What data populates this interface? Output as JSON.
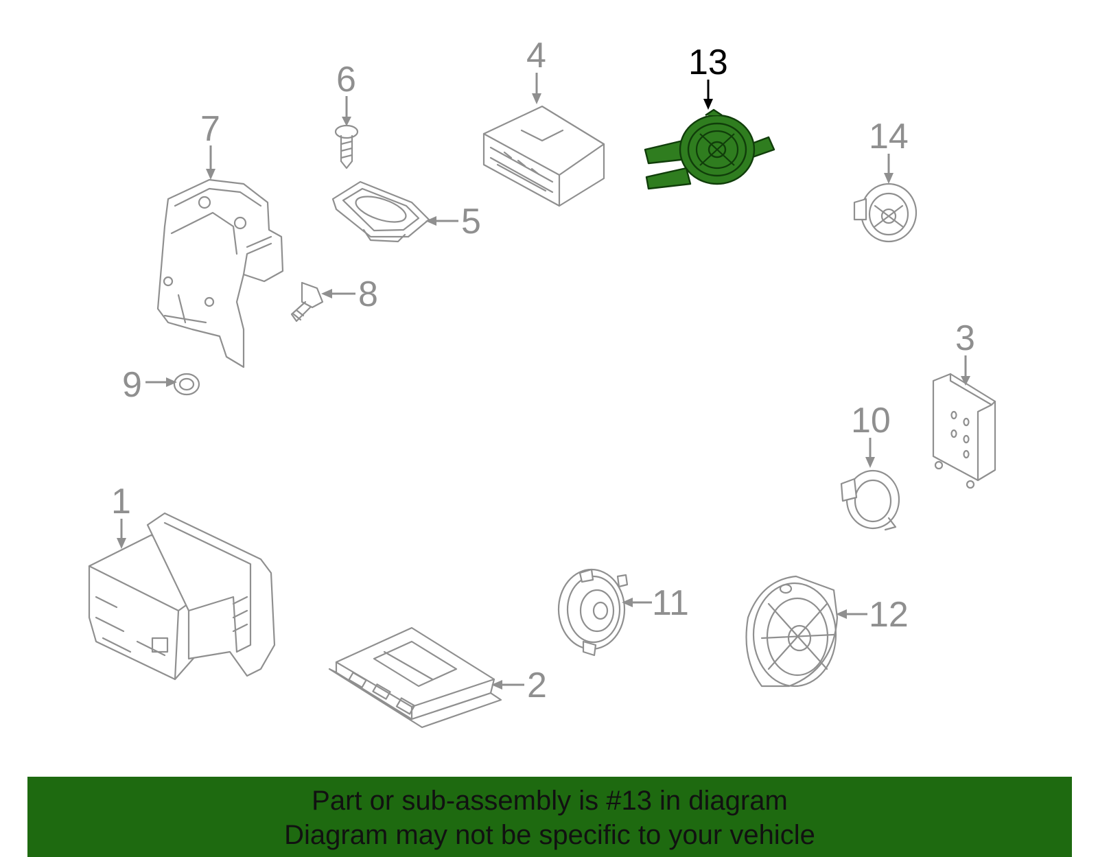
{
  "diagram": {
    "highlight_color": "#2f7d1f",
    "callouts": [
      {
        "id": "1",
        "label": "1"
      },
      {
        "id": "2",
        "label": "2"
      },
      {
        "id": "3",
        "label": "3"
      },
      {
        "id": "4",
        "label": "4"
      },
      {
        "id": "5",
        "label": "5"
      },
      {
        "id": "6",
        "label": "6"
      },
      {
        "id": "7",
        "label": "7"
      },
      {
        "id": "8",
        "label": "8"
      },
      {
        "id": "9",
        "label": "9"
      },
      {
        "id": "10",
        "label": "10"
      },
      {
        "id": "11",
        "label": "11"
      },
      {
        "id": "12",
        "label": "12"
      },
      {
        "id": "13",
        "label": "13",
        "highlighted": true
      },
      {
        "id": "14",
        "label": "14"
      }
    ]
  },
  "banner": {
    "line1": "Part or sub-assembly is #13 in diagram",
    "line2": "Diagram may not be specific to your vehicle",
    "background": "#1e6a10"
  }
}
